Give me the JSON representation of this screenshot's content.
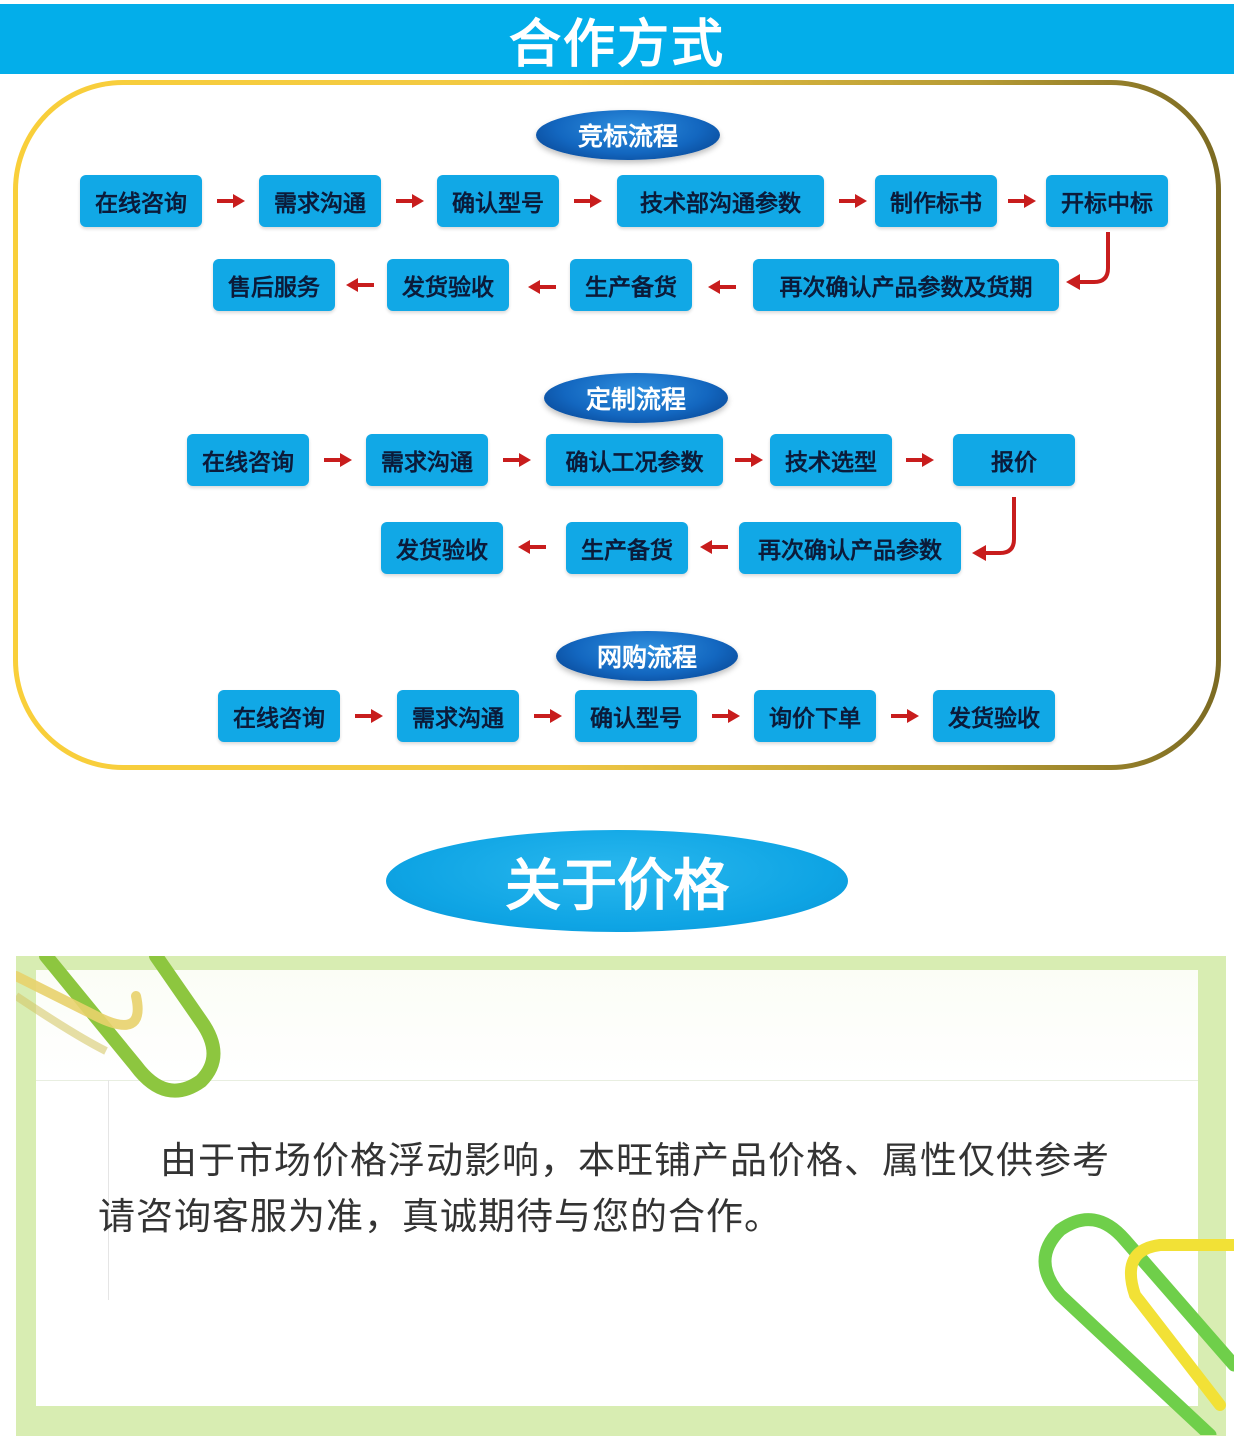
{
  "section_cooperation": {
    "title": "合作方式",
    "bidding": {
      "title": "竞标流程",
      "row1": [
        "在线咨询",
        "需求沟通",
        "确认型号",
        "技术部沟通参数",
        "制作标书",
        "开标中标"
      ],
      "row2": [
        "售后服务",
        "发货验收",
        "生产备货",
        "再次确认产品参数及货期"
      ]
    },
    "custom": {
      "title": "定制流程",
      "row1": [
        "在线咨询",
        "需求沟通",
        "确认工况参数",
        "技术选型",
        "报价"
      ],
      "row2": [
        "发货验收",
        "生产备货",
        "再次确认产品参数"
      ]
    },
    "online": {
      "title": "网购流程",
      "row1": [
        "在线咨询",
        "需求沟通",
        "确认型号",
        "询价下单",
        "发货验收"
      ]
    }
  },
  "section_price": {
    "title": "关于价格",
    "note_line1": "由于市场价格浮动影响，本旺铺产品价格、属性仅供参考",
    "note_line2": "请咨询客服为准，真诚期待与您的合作。"
  },
  "colors": {
    "banner": "#03aeea",
    "step_box": "#11a8e6",
    "arrow": "#c81d1d",
    "frame_gold": "#f1c844",
    "note_green": "#d8edb2"
  },
  "icons": {
    "arrow_right": "arrow-right-icon",
    "arrow_left": "arrow-left-icon",
    "turn_down_left": "turn-down-left-icon",
    "paper_clip": "paper-clip-icon"
  }
}
